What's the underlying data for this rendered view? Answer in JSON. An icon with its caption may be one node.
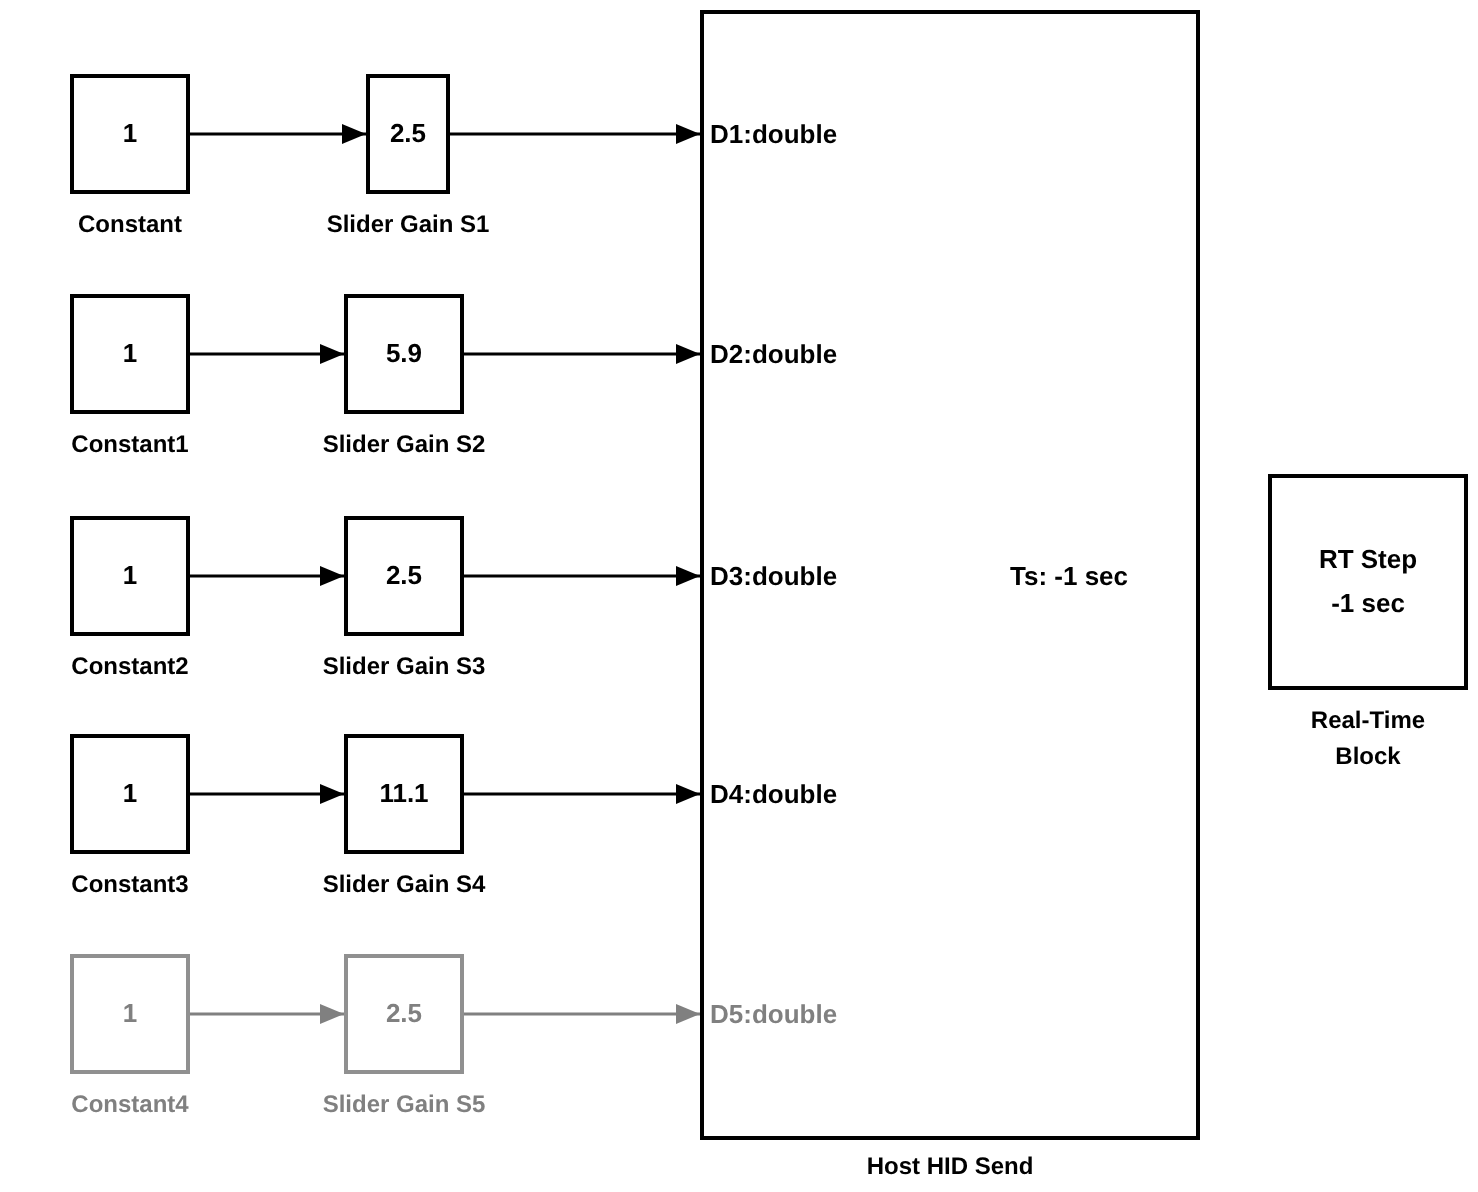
{
  "diagram": {
    "nodes": [
      {
        "text": [
          "1",
          "Constant"
        ]
      },
      {
        "text": [
          "2.5",
          "Slider Gain S1"
        ]
      },
      {
        "text": [
          "1",
          "Constant1"
        ]
      },
      {
        "text": [
          "5.9",
          "Slider Gain S2"
        ]
      },
      {
        "text": [
          "1",
          "Constant2"
        ]
      },
      {
        "text": [
          "2.5",
          "Slider Gain S3"
        ]
      },
      {
        "text": [
          "1",
          "Constant3"
        ]
      },
      {
        "text": [
          "11.1",
          "Slider Gain S4"
        ]
      },
      {
        "text": [
          "1",
          "Constant4"
        ]
      },
      {
        "text": [
          "2.5",
          "Slider Gain S5"
        ]
      },
      {
        "text": [
          "D1:double",
          "D2:double",
          "D3:double",
          "D4:double",
          "D5:double",
          "Ts: -1 sec",
          "Host HID Send"
        ]
      },
      {
        "text": [
          "RT Step -1 sec",
          "Real-Time Block"
        ]
      }
    ],
    "edges": [
      {
        "from": 0,
        "to": 1,
        "arrow": "to"
      },
      {
        "from": 1,
        "to": 10,
        "arrow": "to"
      },
      {
        "from": 2,
        "to": 3,
        "arrow": "to"
      },
      {
        "from": 3,
        "to": 10,
        "arrow": "to"
      },
      {
        "from": 4,
        "to": 5,
        "arrow": "to"
      },
      {
        "from": 5,
        "to": 10,
        "arrow": "to"
      },
      {
        "from": 6,
        "to": 7,
        "arrow": "to"
      },
      {
        "from": 7,
        "to": 10,
        "arrow": "to"
      },
      {
        "from": 8,
        "to": 9,
        "arrow": "to",
        "color": "#808080"
      },
      {
        "from": 9,
        "to": 10,
        "arrow": "to",
        "color": "#808080"
      }
    ]
  }
}
